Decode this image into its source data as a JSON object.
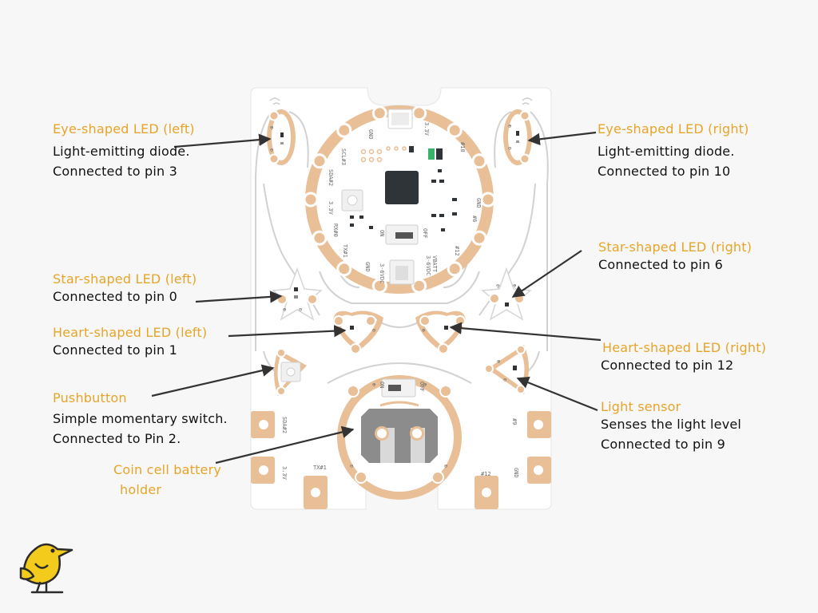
{
  "labels": {
    "eye_left": {
      "title": "Eye-shaped LED (left)",
      "lines": [
        "Light-emitting diode.",
        "Connected to pin 3"
      ]
    },
    "eye_right": {
      "title": "Eye-shaped LED (right)",
      "lines": [
        "Light-emitting diode.",
        "Connected to pin 10"
      ]
    },
    "star_left": {
      "title": "Star-shaped LED (left)",
      "lines": [
        "Connected to pin 0"
      ]
    },
    "star_right": {
      "title": "Star-shaped LED (right)",
      "lines": [
        "Connected to pin 6"
      ]
    },
    "heart_left": {
      "title": "Heart-shaped LED (left)",
      "lines": [
        "Connected to pin 1"
      ]
    },
    "heart_right": {
      "title": "Heart-shaped LED (right)",
      "lines": [
        "Connected to pin 12"
      ]
    },
    "pushbutton": {
      "title": "Pushbutton",
      "lines": [
        "Simple momentary switch.",
        "Connected to Pin 2."
      ]
    },
    "light_sensor": {
      "title": "Light sensor",
      "lines": [
        "Senses the light level",
        "Connected to pin 9"
      ]
    },
    "coin_cell": {
      "title_lines": [
        "Coin cell battery",
        "holder"
      ]
    }
  },
  "board_text": {
    "gnd": "GND",
    "v33": "3.3V",
    "sda2": "SDA#2",
    "scl3": "SCL#3",
    "rx0": "RX#0",
    "tx1": "TX#1",
    "pin6": "#6",
    "pin9": "#9",
    "pin10": "#10",
    "pin12": "#12",
    "on": "ON",
    "off": "OFF",
    "vdc": "3-6VDC",
    "vbatt": "VBATT",
    "plus": "⊕",
    "minus": "⊖"
  },
  "colors": {
    "accent_label": "#e6a52a",
    "copper": "#e8bf96",
    "board": "#ffffff",
    "trace": "#cfcfcf",
    "chip": "#2f3438",
    "battery_holder": "#8c8c8c",
    "led_green": "#38b36a"
  },
  "logo": {
    "icon": "yellow-bird-icon"
  }
}
